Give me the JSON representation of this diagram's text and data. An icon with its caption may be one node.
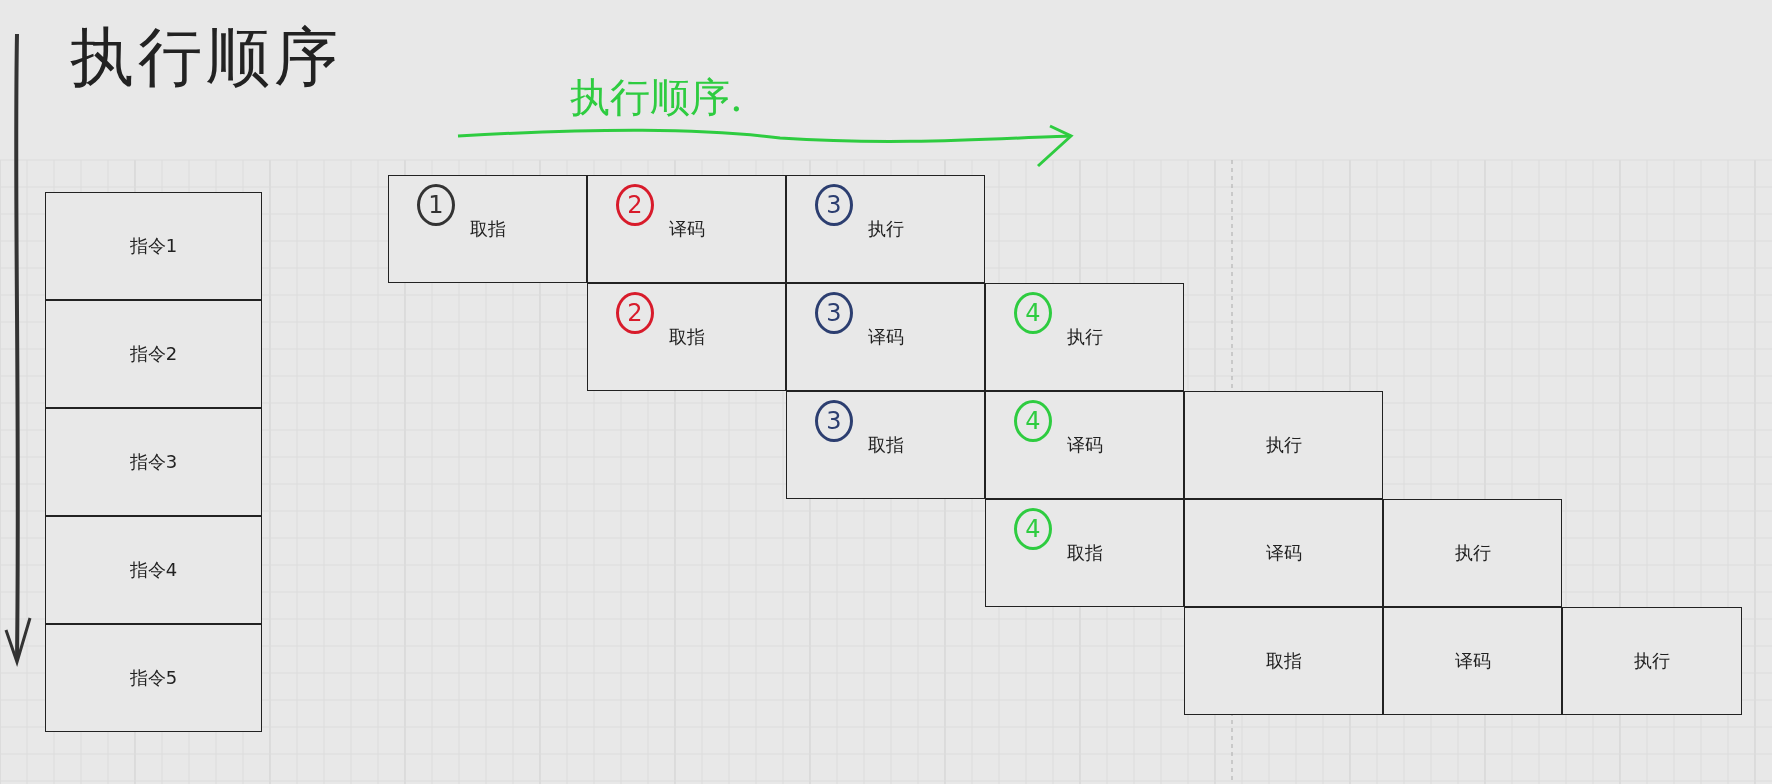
{
  "diagram": {
    "title": "执行顺序",
    "nodes": [
      {
        "text": [
          "指令1"
        ]
      },
      {
        "text": [
          "指令2"
        ]
      },
      {
        "text": [
          "指令3"
        ]
      },
      {
        "text": [
          "指令4"
        ]
      },
      {
        "text": [
          "指令5"
        ]
      },
      {
        "text": [
          "1",
          "取指"
        ]
      },
      {
        "text": [
          "2",
          "译码"
        ]
      },
      {
        "text": [
          "3",
          "执行"
        ]
      },
      {
        "text": [
          "2",
          "取指"
        ]
      },
      {
        "text": [
          "3",
          "译码"
        ]
      },
      {
        "text": [
          "4",
          "执行"
        ]
      },
      {
        "text": [
          "3",
          "取指"
        ]
      },
      {
        "text": [
          "4",
          "译码"
        ]
      },
      {
        "text": [
          "执行"
        ]
      },
      {
        "text": [
          "4",
          "取指"
        ]
      },
      {
        "text": [
          "译码"
        ]
      },
      {
        "text": [
          "执行"
        ]
      },
      {
        "text": [
          "取指"
        ]
      },
      {
        "text": [
          "译码"
        ]
      },
      {
        "text": [
          "执行"
        ]
      }
    ],
    "edges": [],
    "labels": [
      "执行顺序."
    ]
  }
}
